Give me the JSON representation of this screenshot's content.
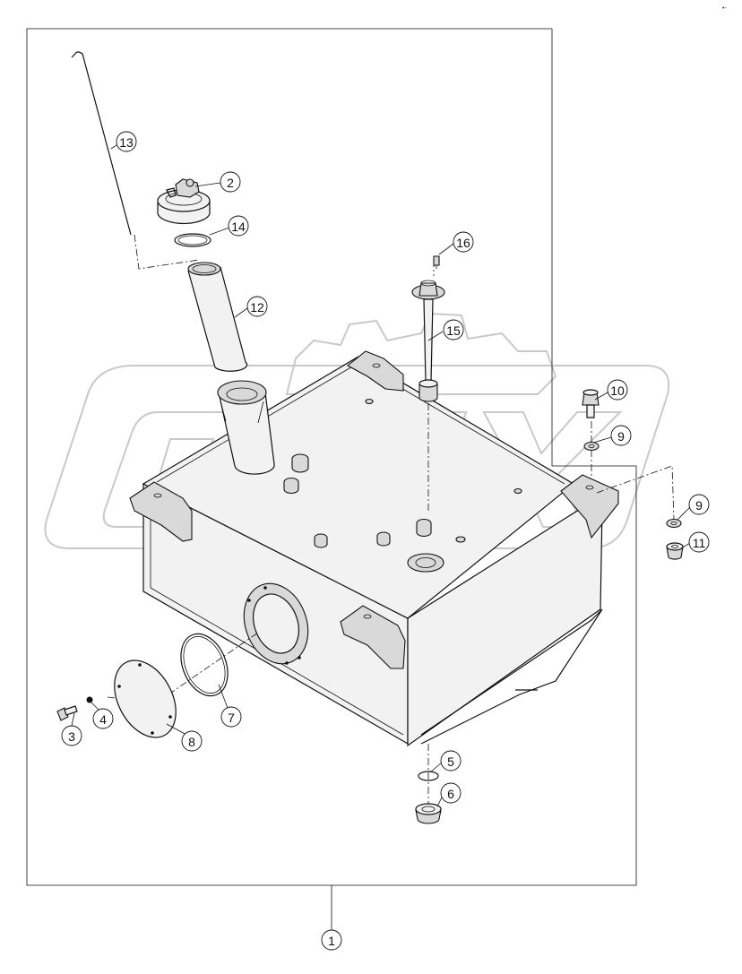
{
  "corner_mark": "•-",
  "watermark": {
    "text": "OPEX"
  },
  "callouts": [
    {
      "id": "c1",
      "number": "1"
    },
    {
      "id": "c2",
      "number": "2"
    },
    {
      "id": "c3",
      "number": "3"
    },
    {
      "id": "c4",
      "number": "4"
    },
    {
      "id": "c5",
      "number": "5"
    },
    {
      "id": "c6",
      "number": "6"
    },
    {
      "id": "c7",
      "number": "7"
    },
    {
      "id": "c8",
      "number": "8"
    },
    {
      "id": "c9a",
      "number": "9"
    },
    {
      "id": "c9b",
      "number": "9"
    },
    {
      "id": "c10",
      "number": "10"
    },
    {
      "id": "c11",
      "number": "11"
    },
    {
      "id": "c12",
      "number": "12"
    },
    {
      "id": "c13",
      "number": "13"
    },
    {
      "id": "c14",
      "number": "14"
    },
    {
      "id": "c15",
      "number": "15"
    },
    {
      "id": "c16",
      "number": "16"
    }
  ]
}
